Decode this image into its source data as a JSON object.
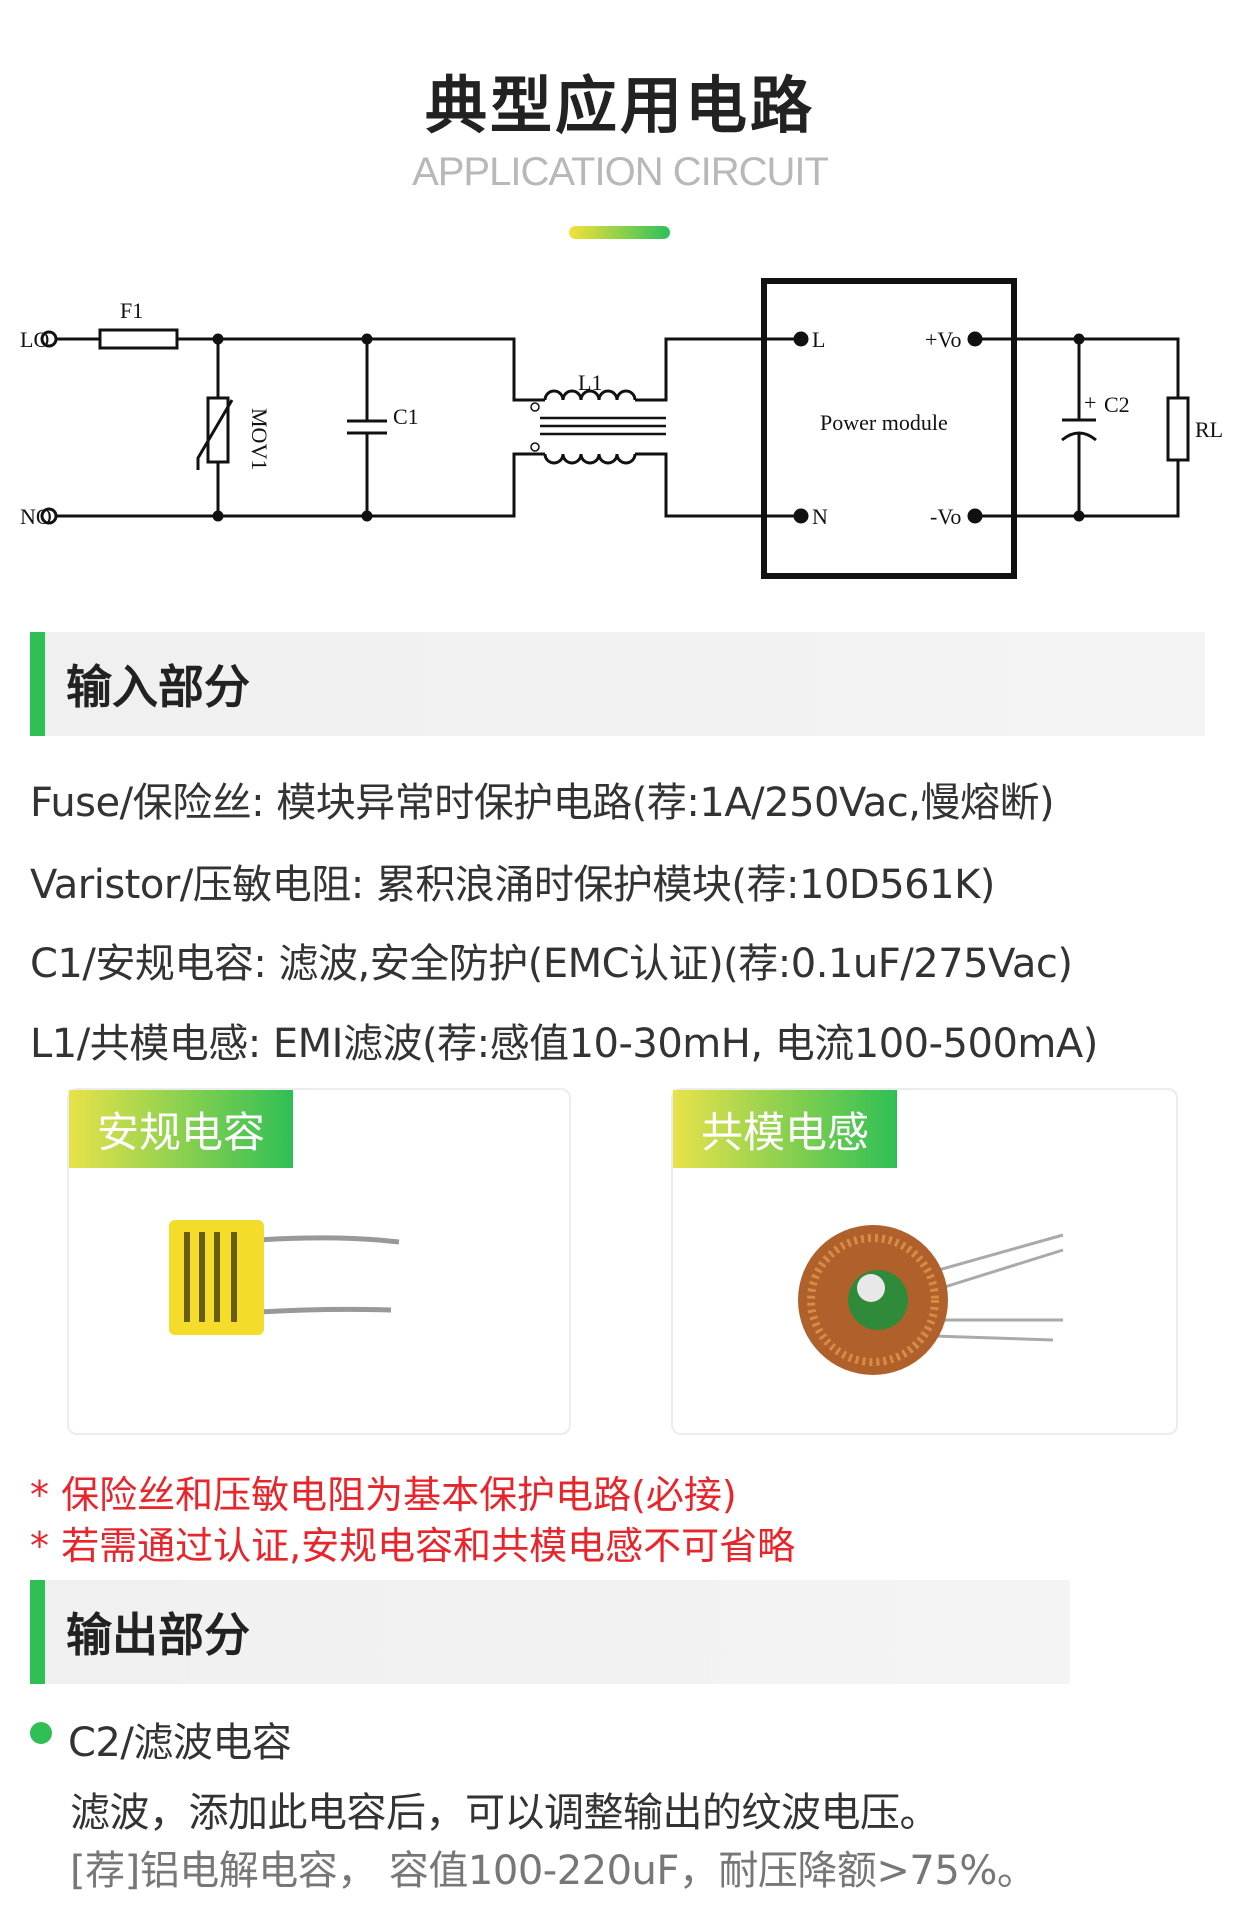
{
  "header": {
    "title": "典型应用电路",
    "subtitle": "APPLICATION CIRCUIT"
  },
  "circuit": {
    "labels": {
      "LO": "LO",
      "NO": "NO",
      "F1": "F1",
      "MOV1": "MOV1",
      "C1": "C1",
      "L1": "L1",
      "module": "Power module",
      "L": "L",
      "N": "N",
      "vo_plus": "+Vo",
      "vo_minus": "-Vo",
      "C2": "C2",
      "RL": "RL",
      "plus": "+"
    }
  },
  "input_section": {
    "title": "输入部分",
    "lines": [
      "Fuse/保险丝: 模块异常时保护电路(荐:1A/250Vac,慢熔断)",
      "Varistor/压敏电阻: 累积浪涌时保护模块(荐:10D561K)",
      "C1/安规电容: 滤波,安全防护(EMC认证)(荐:0.1uF/275Vac)",
      "L1/共模电感: EMI滤波(荐:感值10-30mH, 电流100-500mA)"
    ],
    "cards": [
      {
        "tag": "安规电容"
      },
      {
        "tag": "共模电感"
      }
    ],
    "notes": [
      "* 保险丝和压敏电阻为基本保护电路(必接)",
      "* 若需通过认证,安规电容和共模电感不可省略"
    ]
  },
  "output_section": {
    "title": "输出部分",
    "item_title": "C2/滤波电容",
    "item_lines": [
      "滤波，添加此电容后，可以调整输出的纹波电压。",
      "[荐]铝电解电容， 容值100-220uF，耐压降额>75%。"
    ]
  },
  "colors": {
    "accent_green": "#2fbf55",
    "accent_yellow": "#e8e24a",
    "note_red": "#e8252b"
  }
}
